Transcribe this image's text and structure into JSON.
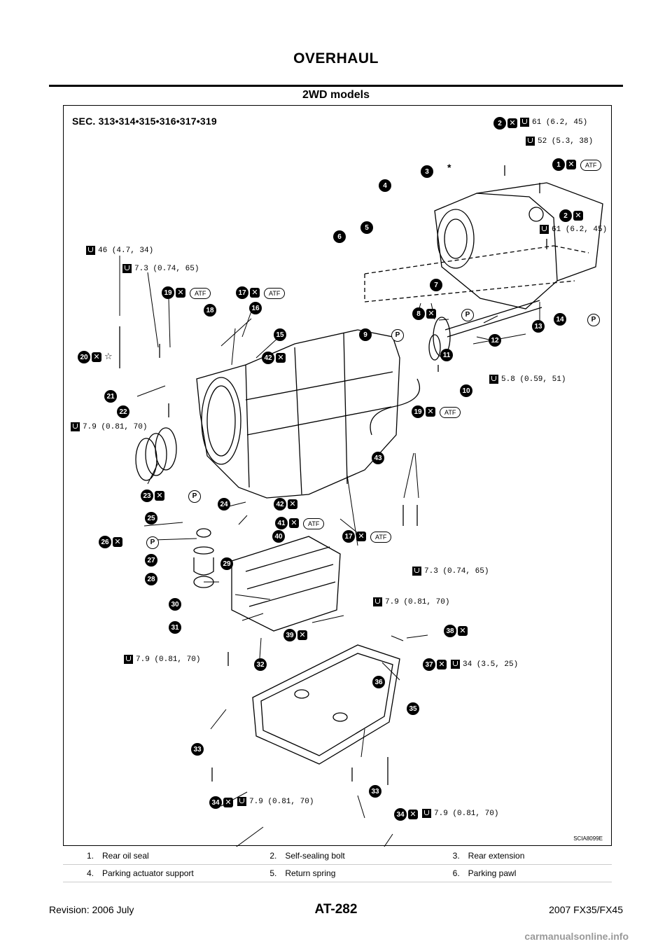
{
  "header": {
    "title": "OVERHAUL"
  },
  "section": {
    "title": "2WD models"
  },
  "figure": {
    "sec_label": "SEC. 313•314•315•316•317•319",
    "figure_id": "SCIA8099E",
    "callouts": [
      {
        "n": "2"
      },
      {
        "n": "1"
      },
      {
        "n": "3"
      },
      {
        "n": "4"
      },
      {
        "n": "2"
      },
      {
        "n": "5"
      },
      {
        "n": "6"
      },
      {
        "n": "7"
      },
      {
        "n": "19"
      },
      {
        "n": "17"
      },
      {
        "n": "18"
      },
      {
        "n": "16"
      },
      {
        "n": "8"
      },
      {
        "n": "9"
      },
      {
        "n": "12"
      },
      {
        "n": "13"
      },
      {
        "n": "14"
      },
      {
        "n": "15"
      },
      {
        "n": "11"
      },
      {
        "n": "20"
      },
      {
        "n": "42"
      },
      {
        "n": "21"
      },
      {
        "n": "10"
      },
      {
        "n": "22"
      },
      {
        "n": "19"
      },
      {
        "n": "43"
      },
      {
        "n": "23"
      },
      {
        "n": "42"
      },
      {
        "n": "24"
      },
      {
        "n": "25"
      },
      {
        "n": "41"
      },
      {
        "n": "26"
      },
      {
        "n": "17"
      },
      {
        "n": "40"
      },
      {
        "n": "27"
      },
      {
        "n": "29"
      },
      {
        "n": "28"
      },
      {
        "n": "30"
      },
      {
        "n": "31"
      },
      {
        "n": "38"
      },
      {
        "n": "39"
      },
      {
        "n": "37"
      },
      {
        "n": "32"
      },
      {
        "n": "36"
      },
      {
        "n": "35"
      },
      {
        "n": "33"
      },
      {
        "n": "33"
      },
      {
        "n": "34"
      },
      {
        "n": "34"
      }
    ],
    "torques": [
      {
        "text": "61 (6.2, 45)"
      },
      {
        "text": "52  (5.3,  38)"
      },
      {
        "text": "61 (6.2, 45)"
      },
      {
        "text": "46  (4.7,  34)"
      },
      {
        "text": "7.3  (0.74,  65)"
      },
      {
        "text": "5.8  (0.59,  51)"
      },
      {
        "text": "7.9  (0.81,  70)"
      },
      {
        "text": "7.3  (0.74,  65)"
      },
      {
        "text": "7.9  (0.81,  70)"
      },
      {
        "text": "7.9  (0.81,  70)"
      },
      {
        "text": "34 (3.5, 25)"
      },
      {
        "text": "7.9 (0.81, 70)"
      },
      {
        "text": "7.9 (0.81, 70)"
      }
    ],
    "tag_atf": "ATF",
    "tag_p": "P",
    "symbol_noreuse": "✕",
    "symbol_star": "☆",
    "symbol_asterisk": "*"
  },
  "legend": {
    "rows": [
      [
        {
          "num": "1.",
          "label": "Rear oil seal"
        },
        {
          "num": "2.",
          "label": "Self-sealing bolt"
        },
        {
          "num": "3.",
          "label": "Rear extension"
        }
      ],
      [
        {
          "num": "4.",
          "label": "Parking actuator support"
        },
        {
          "num": "5.",
          "label": "Return spring"
        },
        {
          "num": "6.",
          "label": "Parking pawl"
        }
      ]
    ]
  },
  "footer": {
    "revision": "Revision: 2006 July",
    "page": "AT-282",
    "model": "2007 FX35/FX45",
    "watermark": "carmanualsonline.info"
  }
}
